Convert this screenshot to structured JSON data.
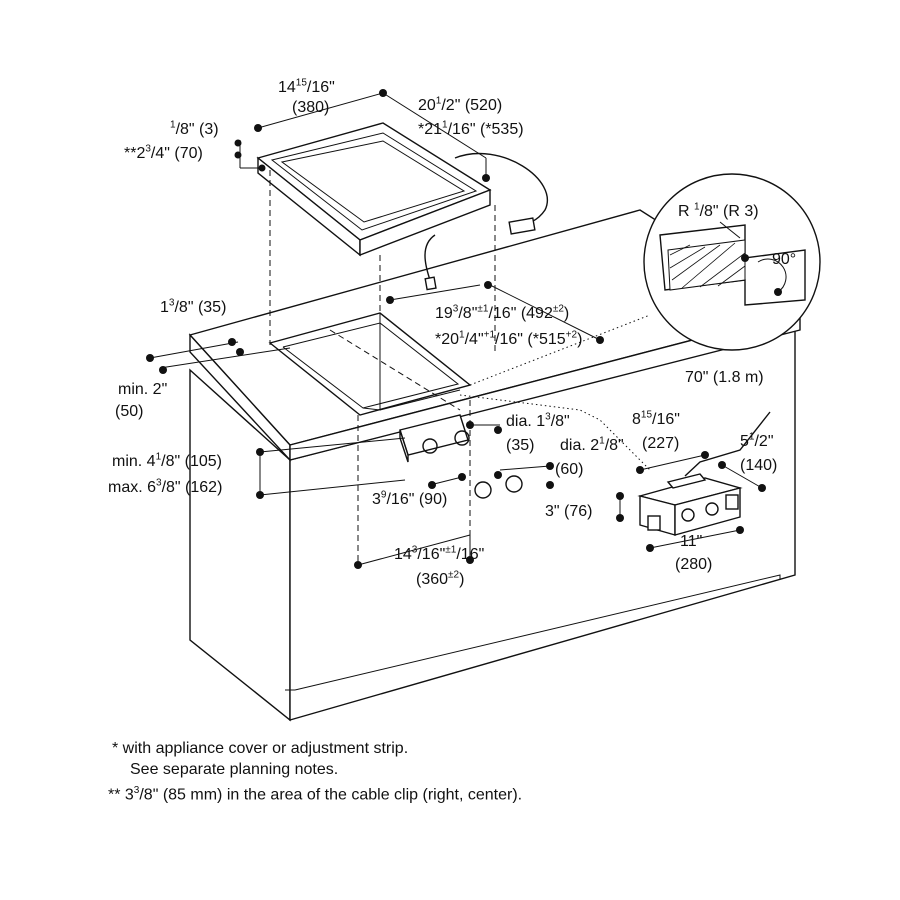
{
  "labels": {
    "width_top": "14",
    "width_top_sup": "15",
    "width_top_sub": "/16\"",
    "width_top_mm": "(380)",
    "depth_top_a": "20",
    "depth_top_a_sup": "1",
    "depth_top_a_rest": "/2\" (520)",
    "depth_top_b": "*21",
    "depth_top_b_sup": "1",
    "depth_top_b_rest": "/16\" (*535)",
    "lip_sup": "1",
    "lip_rest": "/8\" (3)",
    "height_top": "**2",
    "height_top_sup": "3",
    "height_top_rest": "/4\" (70)",
    "counter_thick": "1",
    "counter_thick_sup": "3",
    "counter_thick_rest": "/8\" (35)",
    "cutout_depth_a": "19",
    "cutout_depth_a_sup": "3",
    "cutout_depth_a_rest": "/8\"",
    "cutout_depth_a_tol": "±1",
    "cutout_depth_a_rest2": "/16\" (492",
    "cutout_depth_a_mm_tol": "±2",
    "cutout_depth_a_close": ")",
    "cutout_depth_b": "*20",
    "cutout_depth_b_sup": "1",
    "cutout_depth_b_rest": "/4\"",
    "cutout_depth_b_tol": "+1",
    "cutout_depth_b_rest2": "/16\" (*515",
    "cutout_depth_b_mm_tol": "+2",
    "cutout_depth_b_close": ")",
    "radius": "R ",
    "radius_sup": "1",
    "radius_rest": "/8\" (R 3)",
    "angle": "90°",
    "min_front_a": "min. 2\"",
    "min_front_b": "(50)",
    "dia_a": "dia. 1",
    "dia_a_sup": "3",
    "dia_a_rest": "/8\"",
    "dia_a_mm": "(35)",
    "dia_b": "dia. 2",
    "dia_b_sup": "1",
    "dia_b_rest": "/8\"",
    "dia_b_mm": "(60)",
    "min_knob": "min. 4",
    "min_knob_sup": "1",
    "min_knob_rest": "/8\" (105)",
    "max_knob": "max. 6",
    "max_knob_sup": "3",
    "max_knob_rest": "/8\" (162)",
    "knob_spacing": "3",
    "knob_spacing_sup": "9",
    "knob_spacing_rest": "/16\" (90)",
    "knob_offset": "14",
    "knob_offset_sup": "3",
    "knob_offset_rest": "/16\"",
    "knob_offset_tol": "±1",
    "knob_offset_rest2": "/16\"",
    "knob_offset_mm": "(360",
    "knob_offset_mm_tol": "±2",
    "knob_offset_mm_close": ")",
    "cable": "70\" (1.8 m)",
    "box_w": "8",
    "box_w_sup": "15",
    "box_w_rest": "/16\"",
    "box_w_mm": "(227)",
    "box_d": "5",
    "box_d_sup": "1",
    "box_d_rest": "/2\"",
    "box_d_mm": "(140)",
    "box_h": "3\" (76)",
    "box_len": "11\"",
    "box_len_mm": "(280)"
  },
  "notes": {
    "line1": "* with appliance cover or adjustment strip.",
    "line2": "See separate planning notes.",
    "line3_a": "** 3",
    "line3_sup": "3",
    "line3_b": "/8\" (85 mm) in the area of the cable clip (right, center)."
  }
}
